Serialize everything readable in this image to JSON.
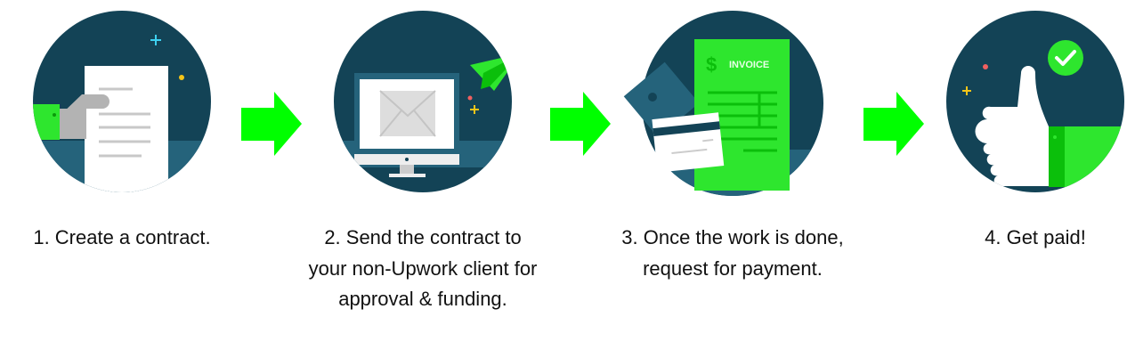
{
  "steps": [
    {
      "caption": "1. Create a contract.",
      "icon": "contract-document-icon"
    },
    {
      "caption": "2. Send the contract to your non-Upwork client for approval & funding.",
      "icon": "monitor-email-icon"
    },
    {
      "caption": "3. Once the work is done, request for payment.",
      "icon": "invoice-icon",
      "invoice_label": "INVOICE",
      "currency_symbol": "$"
    },
    {
      "caption": "4. Get paid!",
      "icon": "thumbs-up-icon"
    }
  ],
  "colors": {
    "circle_dark": "#134356",
    "circle_floor": "#25637b",
    "green": "#2ee62e",
    "arrow": "#00ff00"
  }
}
